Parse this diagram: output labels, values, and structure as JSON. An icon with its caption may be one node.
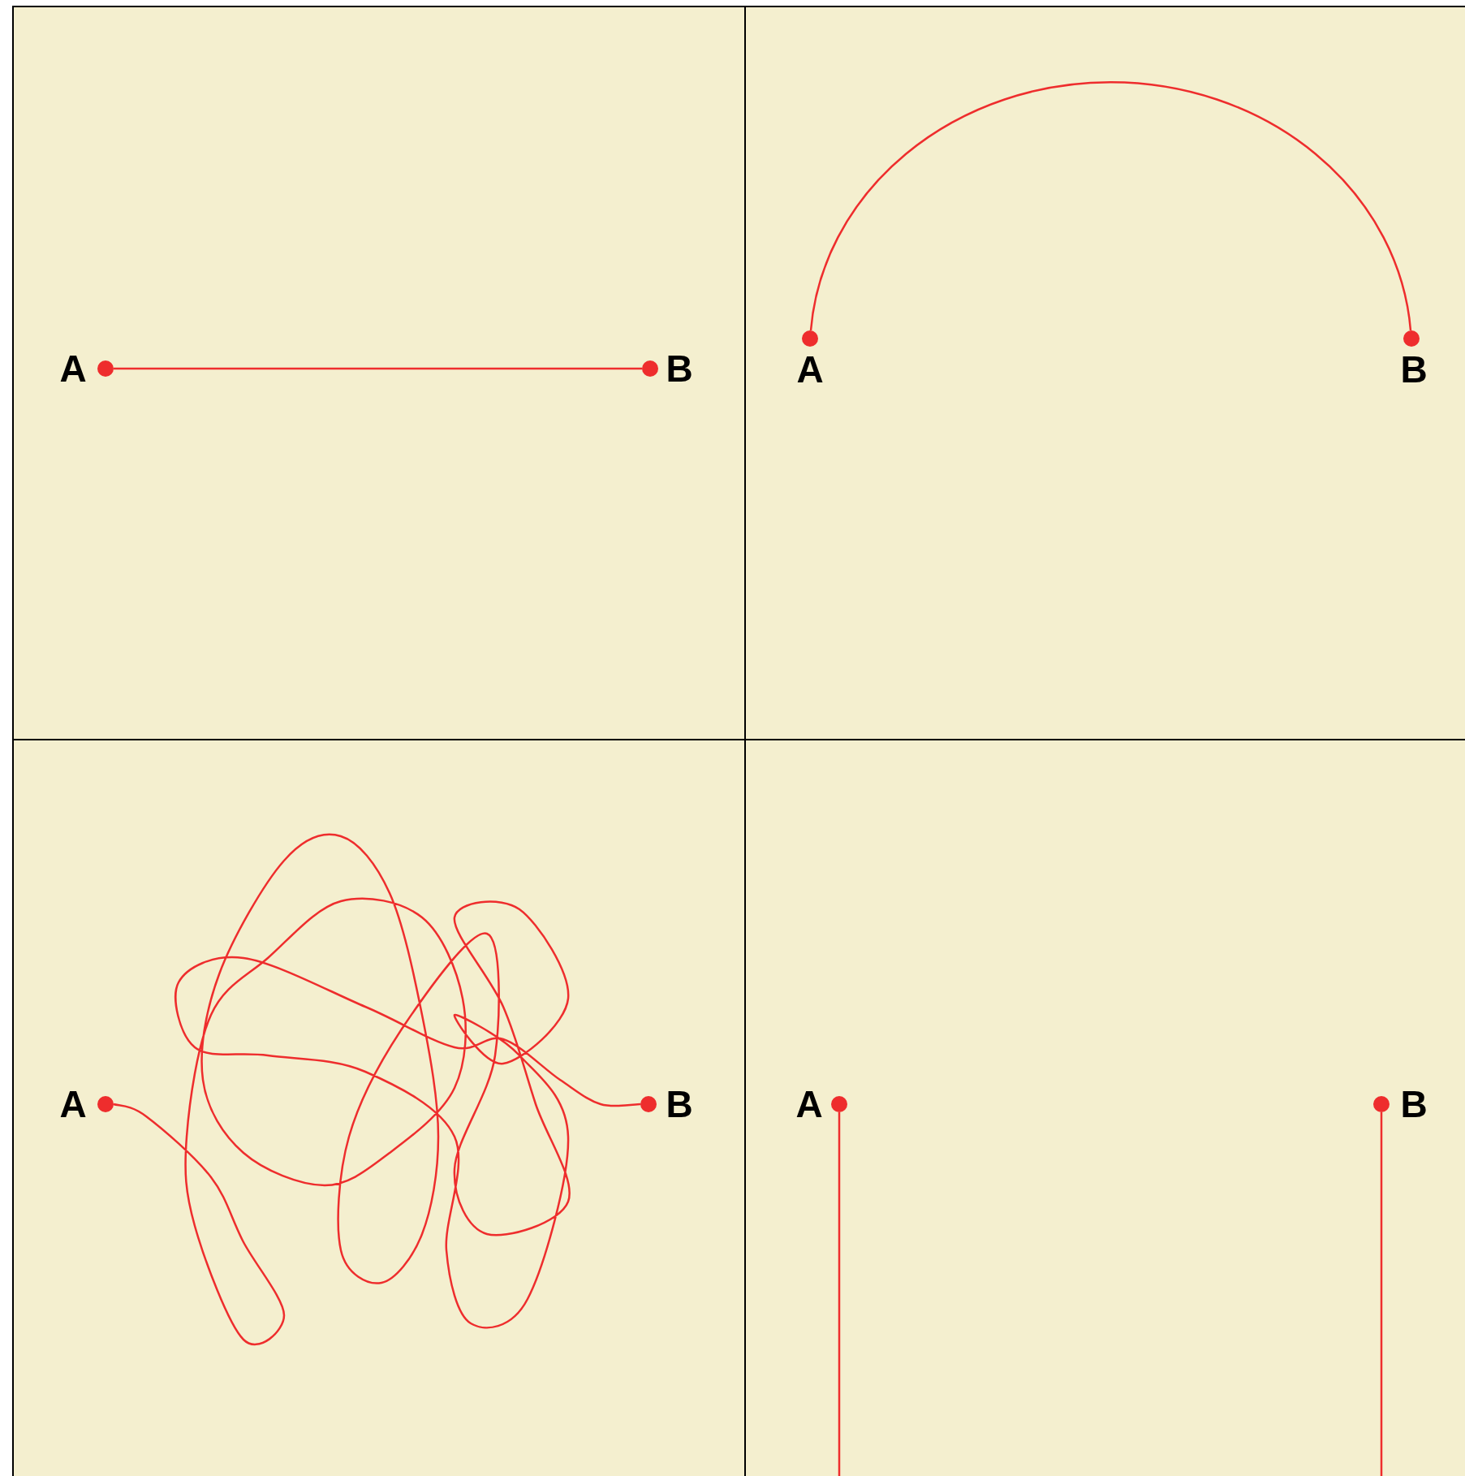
{
  "diagram": {
    "nodes": [
      {
        "text": [],
        "shape": "circle",
        "beside": [
          "A"
        ]
      },
      {
        "text": [],
        "shape": "circle",
        "beside": [
          "B"
        ]
      },
      {
        "text": [],
        "shape": "circle",
        "beside": [
          "A"
        ]
      },
      {
        "text": [],
        "shape": "circle",
        "beside": [
          "B"
        ]
      },
      {
        "text": [],
        "shape": "circle",
        "beside": [
          "A"
        ]
      },
      {
        "text": [],
        "shape": "circle",
        "beside": [
          "B"
        ]
      },
      {
        "text": [],
        "shape": "circle",
        "beside": [
          "A"
        ]
      },
      {
        "text": [],
        "shape": "circle",
        "beside": [
          "B"
        ]
      }
    ],
    "edges": [
      {
        "from": 0,
        "to": 1,
        "arrow": "none"
      },
      {
        "from": 2,
        "to": 3,
        "arrow": "none"
      },
      {
        "from": 4,
        "to": 5,
        "arrow": "none"
      },
      {
        "from": 6,
        "to": null,
        "arrow": "none"
      },
      {
        "from": 7,
        "to": null,
        "arrow": "none"
      }
    ]
  }
}
